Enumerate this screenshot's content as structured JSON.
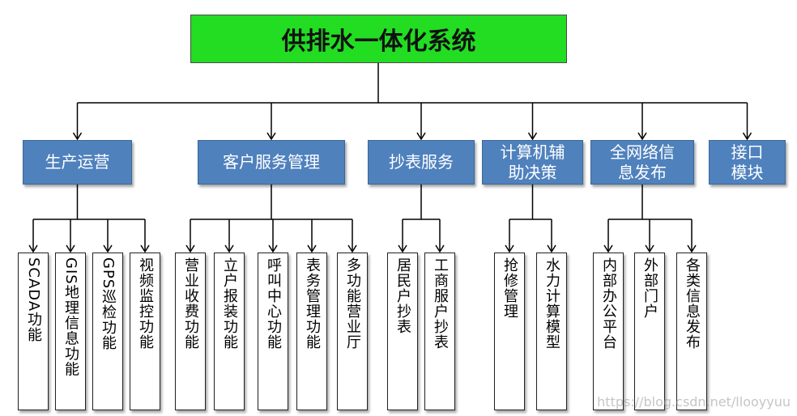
{
  "title": "供排水一体化系统",
  "modules": [
    {
      "id": "m1",
      "label": "生产运营",
      "children": [
        "SCADA功能",
        "GIS地理信息功能",
        "GPS巡检功能",
        "视频监控功能"
      ]
    },
    {
      "id": "m2",
      "label": "客户服务管理",
      "children": [
        "营业收费功能",
        "立户报装功能",
        "呼叫中心功能",
        "表务管理功能",
        "多功能营业厅"
      ]
    },
    {
      "id": "m3",
      "label": "抄表服务",
      "children": [
        "居民户抄表",
        "工商服户抄表"
      ]
    },
    {
      "id": "m4",
      "label": "计算机辅\n助决策",
      "children": [
        "抢修管理",
        "水力计算模型"
      ]
    },
    {
      "id": "m5",
      "label": "全网络信\n息发布",
      "children": [
        "内部办公平台",
        "外部门户",
        "各类信息发布"
      ]
    },
    {
      "id": "m6",
      "label": "接口\n模块",
      "children": []
    }
  ],
  "watermark": "https://blog.csdn.net/llooyyuu",
  "colors": {
    "root_fill": "#22dd22",
    "module_fill": "#4f81bd",
    "module_text": "#ffffff",
    "line": "#000000"
  }
}
